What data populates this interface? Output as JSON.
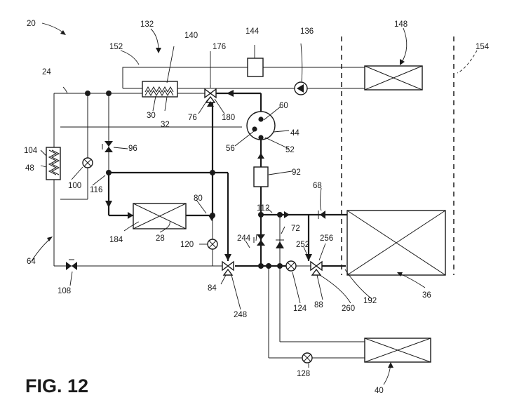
{
  "figure": {
    "caption": "FIG. 12",
    "system_ref": "20"
  },
  "reference_numerals": {
    "r24": "24",
    "r28": "28",
    "r30": "30",
    "r32": "32",
    "r36": "36",
    "r40": "40",
    "r44": "44",
    "r48": "48",
    "r52": "52",
    "r56": "56",
    "r60": "60",
    "r64": "64",
    "r68": "68",
    "r72": "72",
    "r76": "76",
    "r80": "80",
    "r84": "84",
    "r88": "88",
    "r92": "92",
    "r96": "96",
    "r100": "100",
    "r104": "104",
    "r108": "108",
    "r112": "112",
    "r116": "116",
    "r120": "120",
    "r124": "124",
    "r128": "128",
    "r132": "132",
    "r136": "136",
    "r140": "140",
    "r144": "144",
    "r148": "148",
    "r152": "152",
    "r154": "154",
    "r176": "176",
    "r180": "180",
    "r184": "184",
    "r192": "192",
    "r244": "244",
    "r248": "248",
    "r252": "252",
    "r256": "256",
    "r260": "260"
  }
}
